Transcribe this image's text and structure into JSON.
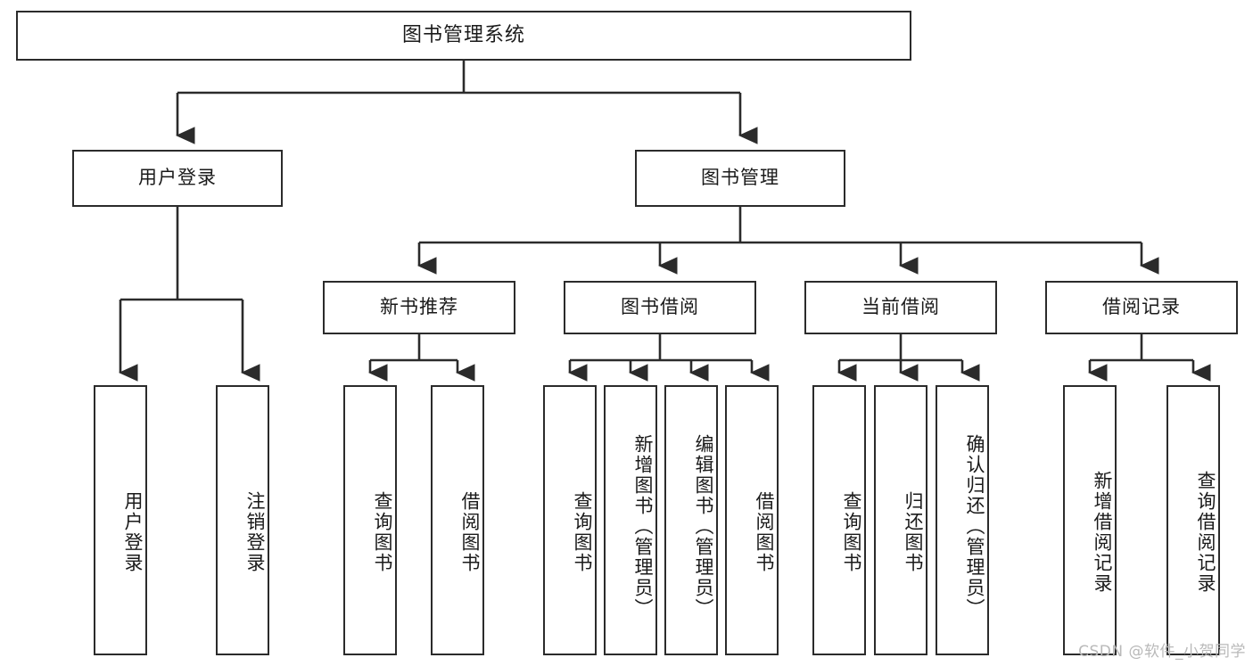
{
  "diagram": {
    "type": "hierarchy-tree",
    "title": "图书管理系统",
    "levels": {
      "level2": [
        {
          "label": "用户登录"
        },
        {
          "label": "图书管理"
        }
      ],
      "level3": [
        {
          "label": "新书推荐"
        },
        {
          "label": "图书借阅"
        },
        {
          "label": "当前借阅"
        },
        {
          "label": "借阅记录"
        }
      ],
      "leaves": {
        "user_login": [
          {
            "label": "用户登录"
          },
          {
            "label": "注销登录"
          }
        ],
        "new_book_recommend": [
          {
            "label": "查询图书"
          },
          {
            "label": "借阅图书"
          }
        ],
        "book_borrow": [
          {
            "label": "查询图书"
          },
          {
            "label": "新增图书（管理员）"
          },
          {
            "label": "编辑图书（管理员）"
          },
          {
            "label": "借阅图书"
          }
        ],
        "current_borrow": [
          {
            "label": "查询图书"
          },
          {
            "label": "归还图书"
          },
          {
            "label": "确认归还（管理员）"
          }
        ],
        "borrow_record": [
          {
            "label": "新增借阅记录"
          },
          {
            "label": "查询借阅记录"
          }
        ]
      }
    }
  },
  "watermark": {
    "text": "CSDN @软件_小贺同学"
  },
  "colors": {
    "stroke": "#2b2b2b",
    "background": "#ffffff",
    "text": "#1a1a1a",
    "watermark": "#b9b9b9"
  }
}
